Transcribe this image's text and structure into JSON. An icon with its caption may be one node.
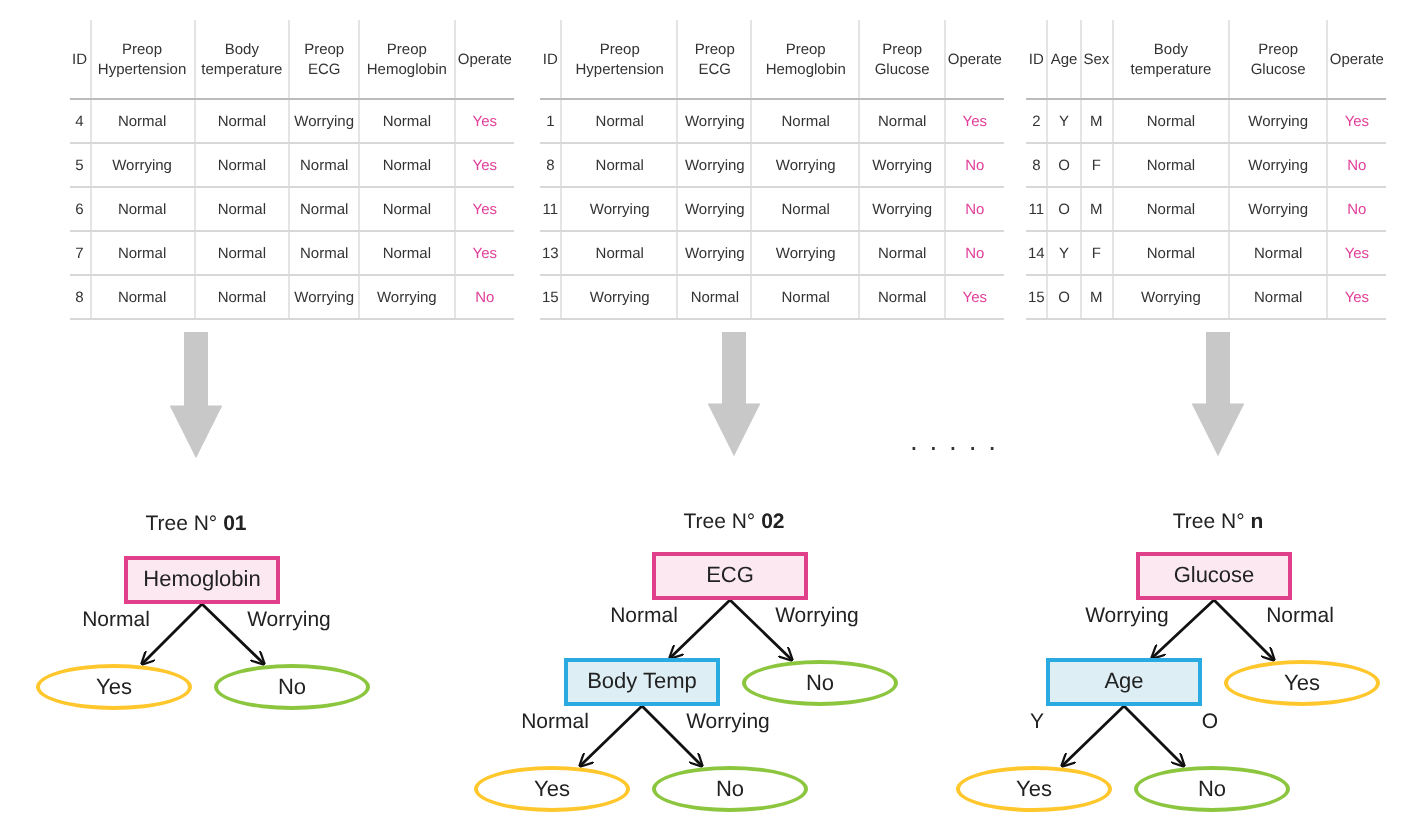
{
  "diagram": {
    "nodes": [
      {
        "text": [
          "ID",
          "Preop Hypertension",
          "Body temperature",
          "Preop ECG",
          "Preop Hemoglobin",
          "Operate",
          "4",
          "Normal",
          "Normal",
          "Worrying",
          "Normal",
          "Yes",
          "5",
          "Worrying",
          "Normal",
          "Normal",
          "Normal",
          "Yes",
          "6",
          "Normal",
          "Normal",
          "Normal",
          "Normal",
          "Yes",
          "7",
          "Normal",
          "Normal",
          "Normal",
          "Normal",
          "Yes",
          "8",
          "Normal",
          "Normal",
          "Worrying",
          "Worrying",
          "No"
        ]
      },
      {
        "text": [
          "ID",
          "Preop Hypertension",
          "Preop ECG",
          "Preop Hemoglobin",
          "Preop Glucose",
          "Operate",
          "1",
          "Normal",
          "Worrying",
          "Normal",
          "Normal",
          "Yes",
          "8",
          "Normal",
          "Worrying",
          "Worrying",
          "Worrying",
          "No",
          "11",
          "Worrying",
          "Worrying",
          "Normal",
          "Worrying",
          "No",
          "13",
          "Normal",
          "Worrying",
          "Worrying",
          "Normal",
          "No",
          "15",
          "Worrying",
          "Normal",
          "Normal",
          "Normal",
          "Yes"
        ]
      },
      {
        "text": [
          "ID",
          "Age",
          "Sex",
          "Body temperature",
          "Preop Glucose",
          "Operate",
          "2",
          "Y",
          "M",
          "Normal",
          "Worrying",
          "Yes",
          "8",
          "O",
          "F",
          "Normal",
          "Worrying",
          "No",
          "11",
          "O",
          "M",
          "Normal",
          "Worrying",
          "No",
          "14",
          "Y",
          "F",
          "Normal",
          "Normal",
          "Yes",
          "15",
          "O",
          "M",
          "Worrying",
          "Normal",
          "Yes"
        ]
      },
      {
        "text": [
          "Tree N° **01**"
        ]
      },
      {
        "text": [
          "Hemoglobin"
        ]
      },
      {
        "text": [
          "Yes"
        ]
      },
      {
        "text": [
          "No"
        ]
      },
      {
        "text": [
          "Tree N° **02**"
        ]
      },
      {
        "text": [
          "ECG"
        ]
      },
      {
        "text": [
          "Body Temp"
        ]
      },
      {
        "text": [
          "No"
        ]
      },
      {
        "text": [
          "Yes"
        ]
      },
      {
        "text": [
          "No"
        ]
      },
      {
        "text": [
          "Tree N° **n**"
        ]
      },
      {
        "text": [
          "Glucose"
        ]
      },
      {
        "text": [
          "Age"
        ]
      },
      {
        "text": [
          "Yes"
        ]
      },
      {
        "text": [
          "Yes"
        ]
      },
      {
        "text": [
          "No"
        ]
      }
    ],
    "edges": [
      {
        "from": 0,
        "to": 3,
        "arrow": "to",
        "style": "thick",
        "color": "#c8c8c8"
      },
      {
        "from": 1,
        "to": 7,
        "arrow": "to",
        "style": "thick",
        "color": "#c8c8c8"
      },
      {
        "from": 2,
        "to": 13,
        "arrow": "to",
        "style": "thick",
        "color": "#c8c8c8"
      },
      {
        "from": 4,
        "to": 5,
        "arrow": "to",
        "label": "Normal"
      },
      {
        "from": 4,
        "to": 6,
        "arrow": "to",
        "label": "Worrying"
      },
      {
        "from": 8,
        "to": 9,
        "arrow": "to",
        "label": "Normal"
      },
      {
        "from": 8,
        "to": 10,
        "arrow": "to",
        "label": "Worrying"
      },
      {
        "from": 9,
        "to": 11,
        "arrow": "to",
        "label": "Normal"
      },
      {
        "from": 9,
        "to": 12,
        "arrow": "to",
        "label": "Worrying"
      },
      {
        "from": 14,
        "to": 15,
        "arrow": "to",
        "label": "Worrying"
      },
      {
        "from": 14,
        "to": 16,
        "arrow": "to",
        "label": "Normal"
      },
      {
        "from": 15,
        "to": 17,
        "arrow": "to",
        "label": "Y"
      },
      {
        "from": 15,
        "to": 18,
        "arrow": "to",
        "label": "O"
      }
    ],
    "labels": [
      ". . . . ."
    ]
  }
}
